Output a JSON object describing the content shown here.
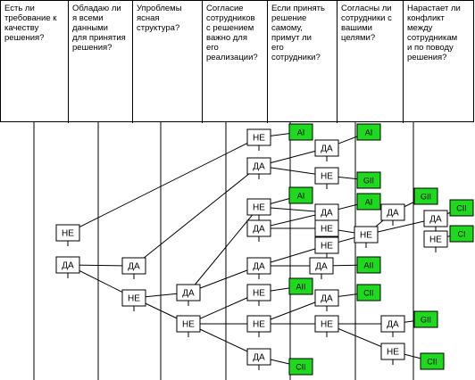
{
  "questions": [
    "Есть ли\nтребование к\nкачеству\nрешения?",
    "Обладаю ли\nя всеми\nданными\nдля принятия\nрешения?",
    "Упроблемы\nясная\nструктура?",
    "Согласие\nсотрудников\nс решением\nважно для\nего\nреализации?",
    "Если принять\nрешение\nсамому,\nпримут ли\nего\nсотрудники?",
    "Согласны ли\nсотрудники с\nвашими\nцелями?",
    "Нарастает ли\nконфликт\nмежду\nсотрудникам\nи по поводу\nрешения?"
  ],
  "labels": {
    "yes": "ДА",
    "no": "НЕ",
    "A1": "AI",
    "A2": "AII",
    "G2": "GII",
    "C1": "CI",
    "C2": "CII"
  },
  "colors": {
    "outcome_fill": "#1ed91e",
    "box_fill": "#ffffff",
    "line": "#000000"
  },
  "nodes": [
    {
      "id": "q1_no",
      "label": "no"
    },
    {
      "id": "q1_yes",
      "label": "yes"
    },
    {
      "id": "q2_yes",
      "label": "yes"
    },
    {
      "id": "q2_no",
      "label": "no"
    },
    {
      "id": "q3_yes",
      "label": "yes"
    },
    {
      "id": "q3_no",
      "label": "no"
    },
    {
      "id": "a_no",
      "label": "no"
    },
    {
      "id": "a_yes",
      "label": "yes"
    },
    {
      "id": "b_no",
      "label": "no"
    },
    {
      "id": "b_yes",
      "label": "yes"
    },
    {
      "id": "c_yes",
      "label": "yes"
    },
    {
      "id": "c_no",
      "label": "no"
    },
    {
      "id": "d_no",
      "label": "no"
    },
    {
      "id": "d_yes",
      "label": "yes"
    },
    {
      "id": "a_r_yes",
      "label": "yes"
    },
    {
      "id": "a_r_no",
      "label": "no"
    },
    {
      "id": "b_r_yes",
      "label": "yes"
    },
    {
      "id": "b_r_no1",
      "label": "no"
    },
    {
      "id": "b_r_no2",
      "label": "no"
    },
    {
      "id": "c_r_yes",
      "label": "yes"
    },
    {
      "id": "d_r_yes",
      "label": "yes"
    },
    {
      "id": "b_s_no",
      "label": "no"
    },
    {
      "id": "b_s_no2",
      "label": "no"
    },
    {
      "id": "c_s_yes",
      "label": "yes"
    },
    {
      "id": "d_s_no",
      "label": "no"
    },
    {
      "id": "d_s_yes",
      "label": "yes"
    },
    {
      "id": "t_yes",
      "label": "yes"
    },
    {
      "id": "t_no",
      "label": "no"
    }
  ],
  "outcomes": [
    {
      "id": "o1",
      "label": "A1"
    },
    {
      "id": "o2",
      "label": "A1"
    },
    {
      "id": "o3",
      "label": "G2"
    },
    {
      "id": "o4",
      "label": "A1"
    },
    {
      "id": "o5",
      "label": "A1"
    },
    {
      "id": "o6",
      "label": "G2"
    },
    {
      "id": "o7",
      "label": "C2"
    },
    {
      "id": "o8",
      "label": "C1"
    },
    {
      "id": "o9",
      "label": "A2"
    },
    {
      "id": "o10",
      "label": "A2"
    },
    {
      "id": "o11",
      "label": "C2"
    },
    {
      "id": "o12",
      "label": "G2"
    },
    {
      "id": "o13",
      "label": "C2"
    },
    {
      "id": "o14",
      "label": "C2"
    }
  ]
}
